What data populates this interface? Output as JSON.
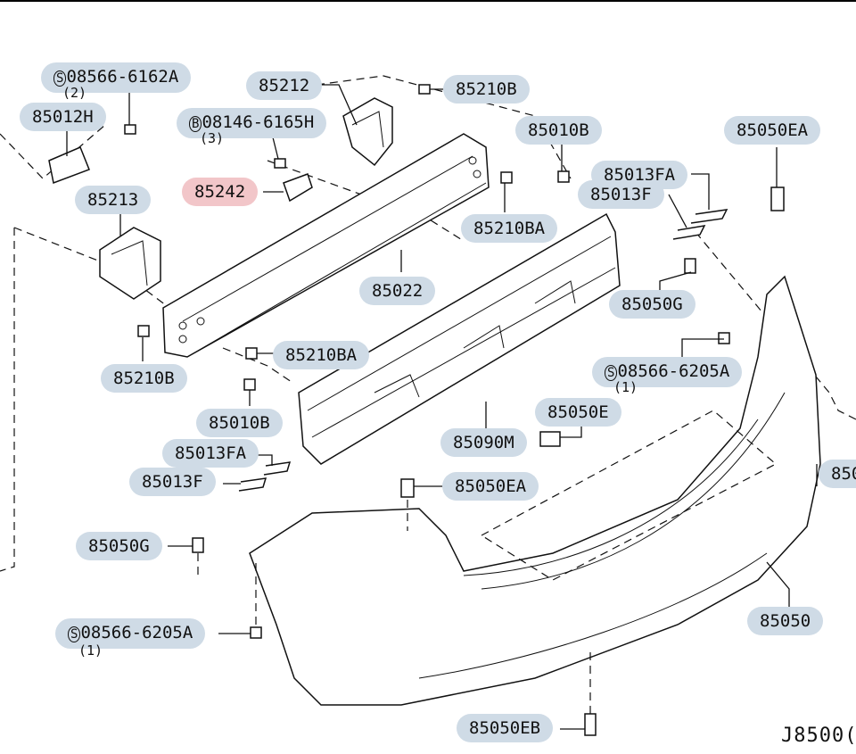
{
  "labels": {
    "p08566_6162A": "08566-6162A",
    "p08566_6162A_qty": "(2)",
    "p85012H": "85012H",
    "p85212": "85212",
    "p08146_6165H": "08146-6165H",
    "p08146_6165H_qty": "(3)",
    "p85210B_top": "85210B",
    "p85010B_top": "85010B",
    "p85050EA_top": "85050EA",
    "p85242": "85242",
    "p85213": "85213",
    "p85013FA_top": "85013FA",
    "p85013F_top": "85013F",
    "p85210BA_top": "85210BA",
    "p85022": "85022",
    "p85050G_top": "85050G",
    "p85210BA_mid": "85210BA",
    "p85210B_left": "85210B",
    "p08566_6205A_right": "08566-6205A",
    "p08566_6205A_right_qty": "(1)",
    "p85010B_mid": "85010B",
    "p85050E": "85050E",
    "p85090M": "85090M",
    "p85013FA_left": "85013FA",
    "p85013F_left": "85013F",
    "p85050EA_mid": "85050EA",
    "p85050G_left": "85050G",
    "p08566_6205A_left": "08566-6205A",
    "p08566_6205A_left_qty": "(1)",
    "p85050": "85050",
    "p85050EB": "85050EB",
    "p850_edge": "850",
    "drawing_code": "J8500("
  },
  "colors": {
    "label_bg": "#cfdbe6",
    "highlight_bg": "#f2c6c9",
    "line": "#111111"
  }
}
